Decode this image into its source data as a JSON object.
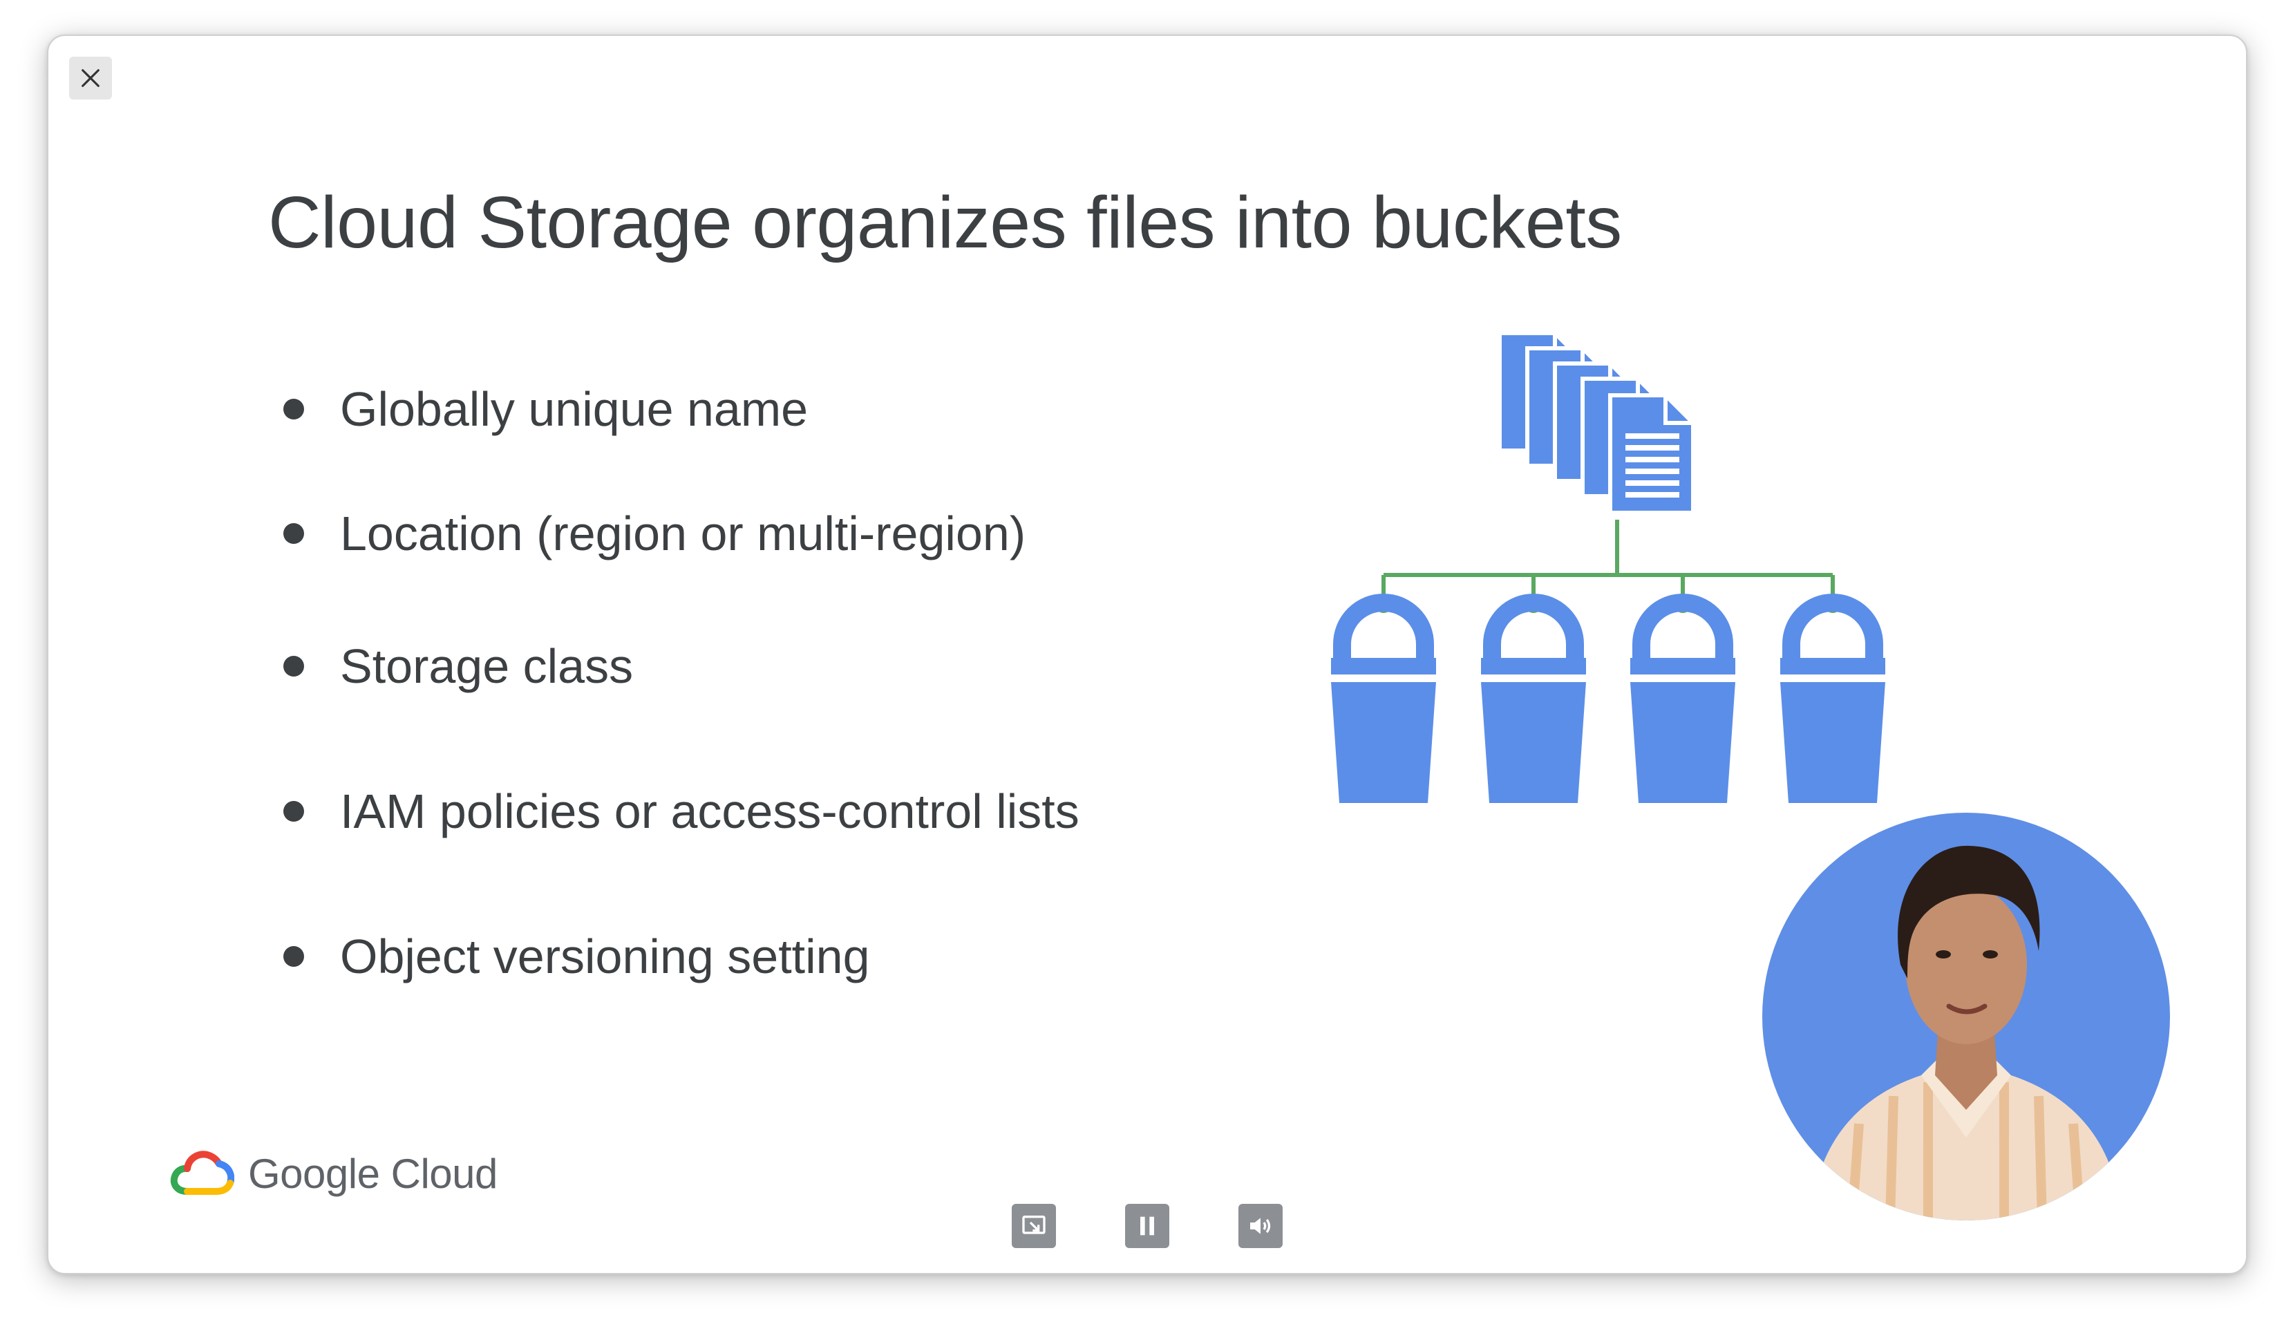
{
  "slide": {
    "title": "Cloud Storage organizes files into buckets",
    "bullets": [
      "Globally unique name",
      "Location (region or multi-region)",
      "Storage class",
      "IAM policies or access-control lists",
      "Object versioning setting"
    ]
  },
  "brand": {
    "logo_text": "Google Cloud"
  },
  "icons": {
    "close": "close-icon",
    "screenshot": "screen-capture-icon",
    "pause": "pause-icon",
    "volume": "volume-icon"
  },
  "colors": {
    "accent_blue": "#5b8ee8",
    "connector_green": "#5aa862",
    "text_dark": "#3c4043",
    "avatar_bg": "#5f8ee6",
    "control_gray": "#8c8f94"
  }
}
